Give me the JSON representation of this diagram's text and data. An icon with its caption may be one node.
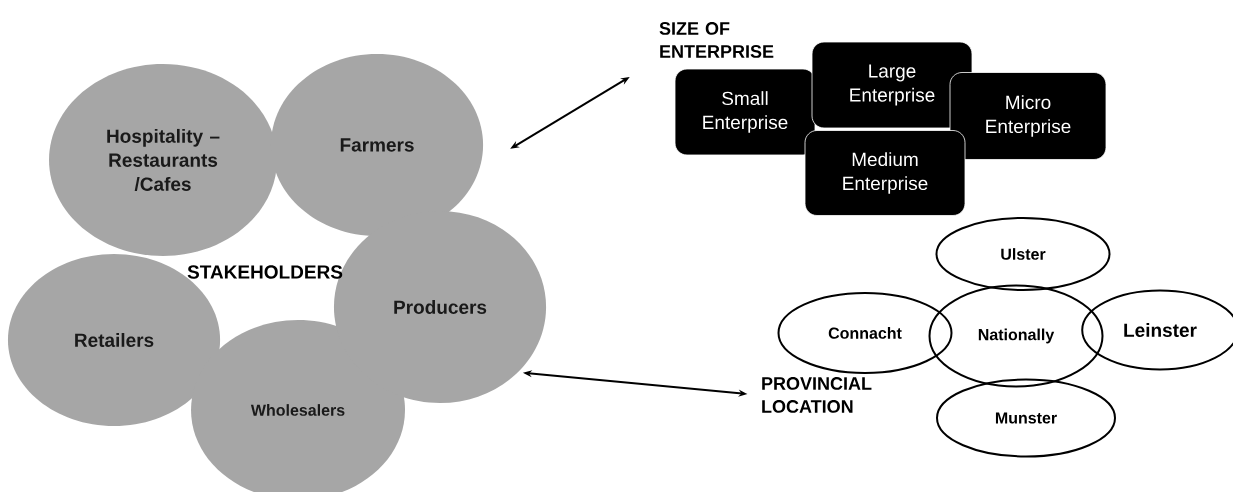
{
  "diagram": {
    "nodes": [
      {
        "text": [
          "Hospitality – Restaurants /Cafes"
        ]
      },
      {
        "text": [
          "Farmers"
        ]
      },
      {
        "text": [
          "Producers"
        ]
      },
      {
        "text": [
          "Retailers"
        ]
      },
      {
        "text": [
          "Wholesalers"
        ]
      },
      {
        "text": [
          "SIZE OF ENTERPRISE"
        ]
      },
      {
        "text": [
          "Small Enterprise"
        ]
      },
      {
        "text": [
          "Large Enterprise"
        ]
      },
      {
        "text": [
          "Micro Enterprise"
        ]
      },
      {
        "text": [
          "Medium Enterprise"
        ]
      },
      {
        "text": [
          "PROVINCIAL LOCATION"
        ]
      },
      {
        "text": [
          "Ulster"
        ]
      },
      {
        "text": [
          "Connacht"
        ]
      },
      {
        "text": [
          "Nationally"
        ]
      },
      {
        "text": [
          "Leinster"
        ]
      },
      {
        "text": [
          "Munster"
        ]
      }
    ],
    "edges": [
      {
        "from": 1,
        "to": 5,
        "arrow": "both"
      },
      {
        "from": 2,
        "to": 10,
        "arrow": "both"
      }
    ],
    "labels": [
      "STAKEHOLDERS"
    ]
  }
}
